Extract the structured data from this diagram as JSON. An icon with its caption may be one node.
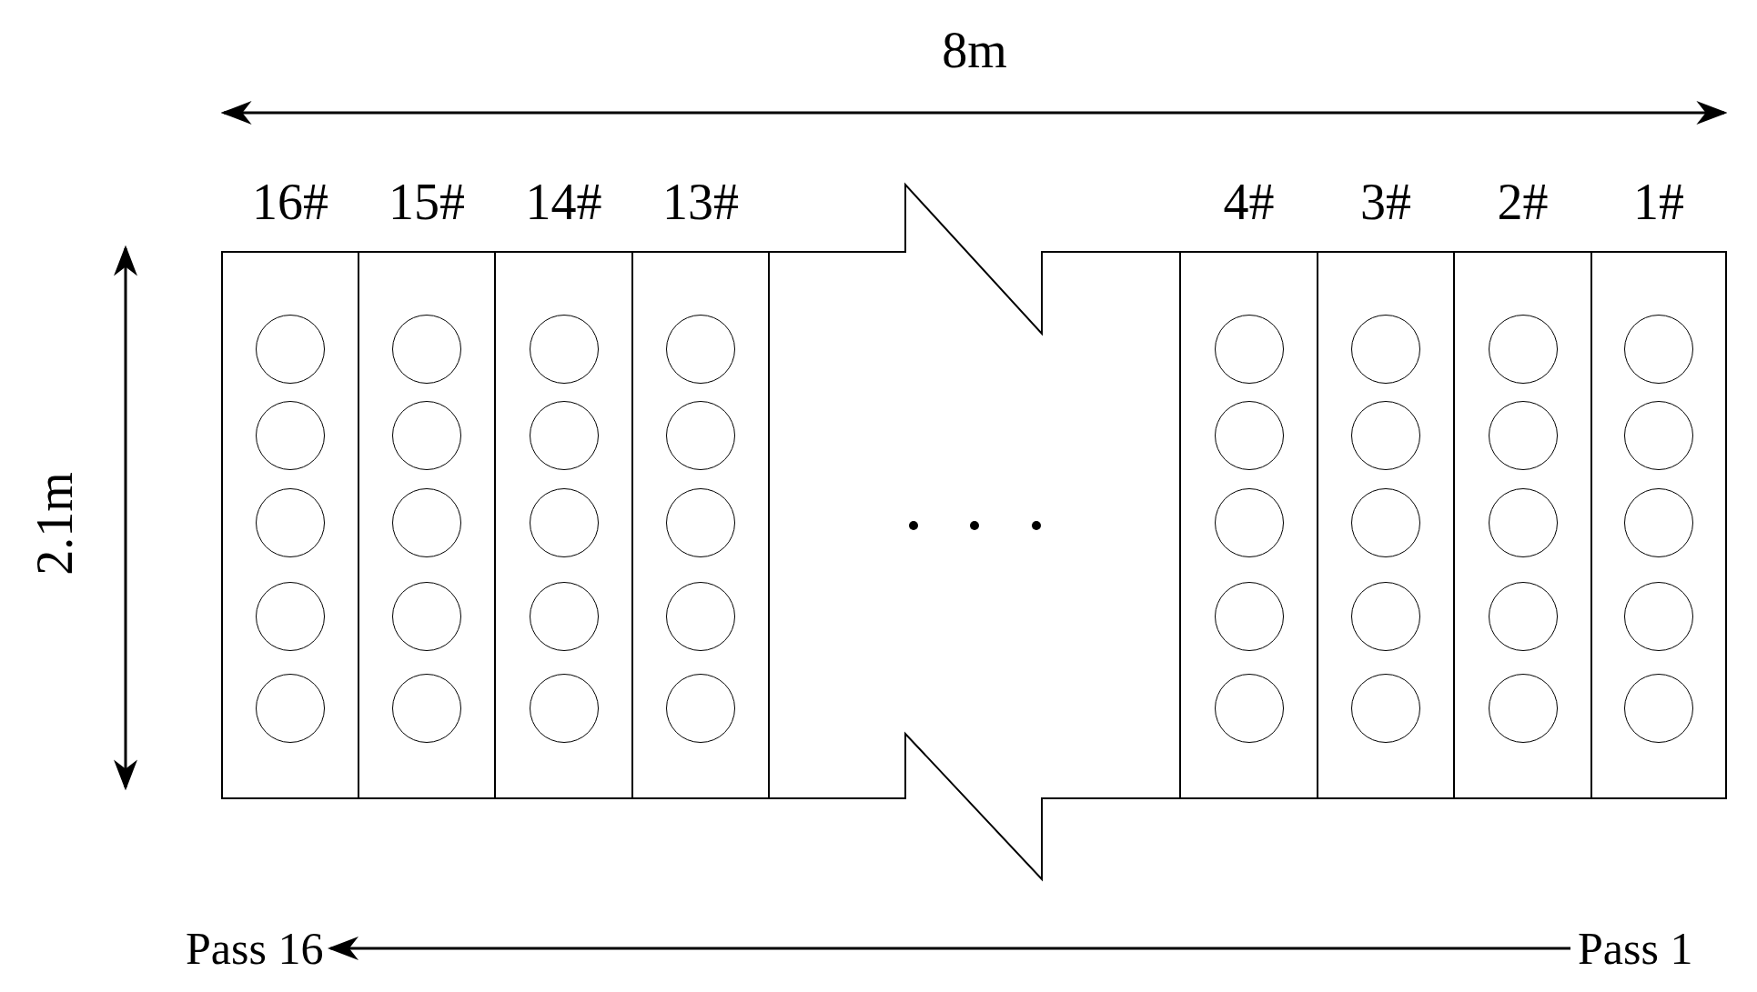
{
  "diagram": {
    "nodes": [
      {
        "text": [
          "16#"
        ]
      },
      {
        "text": [
          "15#"
        ]
      },
      {
        "text": [
          "14#"
        ]
      },
      {
        "text": [
          "13#"
        ]
      },
      {
        "text": [
          "4#"
        ]
      },
      {
        "text": [
          "3#"
        ]
      },
      {
        "text": [
          "2#"
        ]
      },
      {
        "text": [
          "1#"
        ]
      },
      {
        "text": [],
        "shape": "circle",
        "in": 0
      },
      {
        "text": [],
        "shape": "circle",
        "in": 0
      },
      {
        "text": [],
        "shape": "circle",
        "in": 0
      },
      {
        "text": [],
        "shape": "circle",
        "in": 0
      },
      {
        "text": [],
        "shape": "circle",
        "in": 0
      },
      {
        "text": [],
        "shape": "circle",
        "in": 1
      },
      {
        "text": [],
        "shape": "circle",
        "in": 1
      },
      {
        "text": [],
        "shape": "circle",
        "in": 1
      },
      {
        "text": [],
        "shape": "circle",
        "in": 1
      },
      {
        "text": [],
        "shape": "circle",
        "in": 1
      },
      {
        "text": [],
        "shape": "circle",
        "in": 2
      },
      {
        "text": [],
        "shape": "circle",
        "in": 2
      },
      {
        "text": [],
        "shape": "circle",
        "in": 2
      },
      {
        "text": [],
        "shape": "circle",
        "in": 2
      },
      {
        "text": [],
        "shape": "circle",
        "in": 2
      },
      {
        "text": [],
        "shape": "circle",
        "in": 3
      },
      {
        "text": [],
        "shape": "circle",
        "in": 3
      },
      {
        "text": [],
        "shape": "circle",
        "in": 3
      },
      {
        "text": [],
        "shape": "circle",
        "in": 3
      },
      {
        "text": [],
        "shape": "circle",
        "in": 3
      },
      {
        "text": [],
        "shape": "circle",
        "in": 4
      },
      {
        "text": [],
        "shape": "circle",
        "in": 4
      },
      {
        "text": [],
        "shape": "circle",
        "in": 4
      },
      {
        "text": [],
        "shape": "circle",
        "in": 4
      },
      {
        "text": [],
        "shape": "circle",
        "in": 4
      },
      {
        "text": [],
        "shape": "circle",
        "in": 5
      },
      {
        "text": [],
        "shape": "circle",
        "in": 5
      },
      {
        "text": [],
        "shape": "circle",
        "in": 5
      },
      {
        "text": [],
        "shape": "circle",
        "in": 5
      },
      {
        "text": [],
        "shape": "circle",
        "in": 5
      },
      {
        "text": [],
        "shape": "circle",
        "in": 6
      },
      {
        "text": [],
        "shape": "circle",
        "in": 6
      },
      {
        "text": [],
        "shape": "circle",
        "in": 6
      },
      {
        "text": [],
        "shape": "circle",
        "in": 6
      },
      {
        "text": [],
        "shape": "circle",
        "in": 6
      },
      {
        "text": [],
        "shape": "circle",
        "in": 7
      },
      {
        "text": [],
        "shape": "circle",
        "in": 7
      },
      {
        "text": [],
        "shape": "circle",
        "in": 7
      },
      {
        "text": [],
        "shape": "circle",
        "in": 7
      },
      {
        "text": [],
        "shape": "circle",
        "in": 7
      },
      {
        "text": [
          "Pass 16"
        ]
      },
      {
        "text": [
          "Pass 1"
        ]
      }
    ],
    "edges": [
      {
        "from": 49,
        "to": 48,
        "arrow": "to"
      }
    ],
    "labels": [
      "8m",
      "2.1m"
    ]
  }
}
